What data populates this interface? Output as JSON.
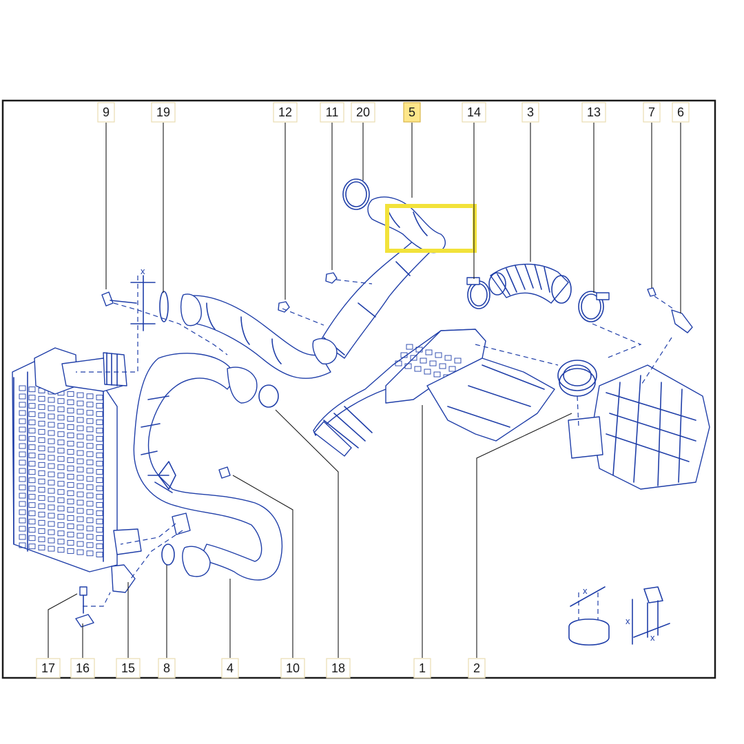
{
  "diagram": {
    "frame_color": "#1a1a1a",
    "part_color": "#1f3ea8",
    "highlight_color": "#f2e23a",
    "highlighted_part": "5",
    "callouts_top": [
      "9",
      "19",
      "12",
      "11",
      "20",
      "5",
      "14",
      "3",
      "13",
      "7",
      "6"
    ],
    "callouts_bottom": [
      "17",
      "16",
      "15",
      "8",
      "4",
      "10",
      "18",
      "1",
      "2"
    ],
    "dimension_symbol": "x"
  }
}
